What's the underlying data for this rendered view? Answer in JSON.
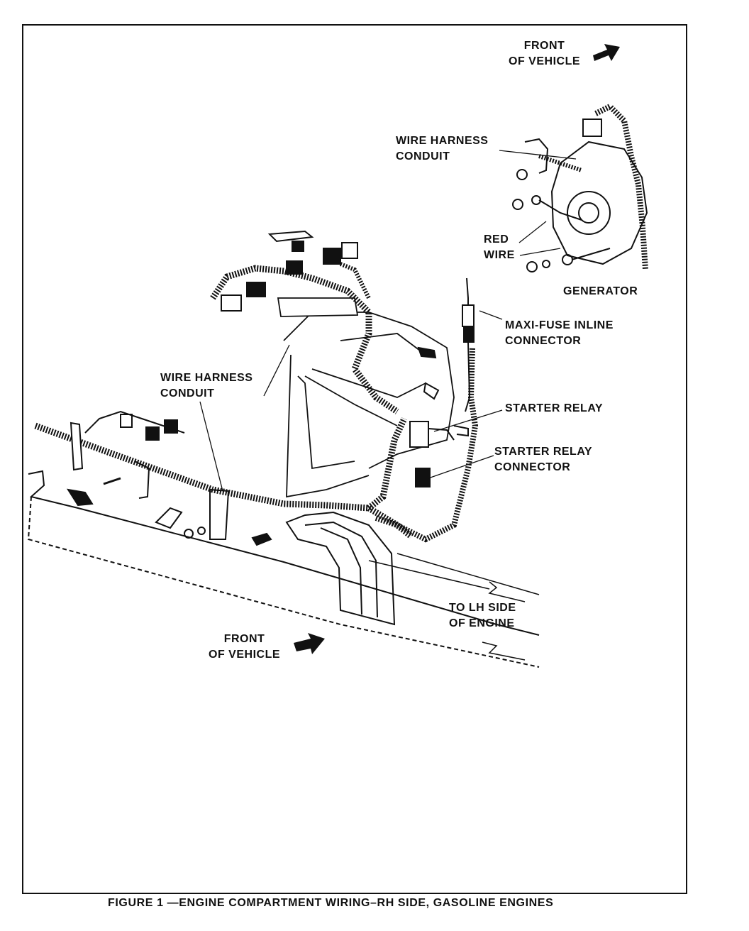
{
  "labels": {
    "front_top": [
      "FRONT",
      "OF VEHICLE"
    ],
    "harness_top": [
      "WIRE HARNESS",
      "CONDUIT"
    ],
    "red_wire": [
      "RED",
      "WIRE"
    ],
    "generator": "GENERATOR",
    "maxi_fuse": [
      "MAXI-FUSE INLINE",
      "CONNECTOR"
    ],
    "harness_left": [
      "WIRE HARNESS",
      "CONDUIT"
    ],
    "starter_relay": "STARTER RELAY",
    "starter_relay_connector": [
      "STARTER RELAY",
      "CONNECTOR"
    ],
    "to_lh": [
      "TO LH SIDE",
      "OF ENGINE"
    ],
    "front_bottom": [
      "FRONT",
      "OF VEHICLE"
    ]
  },
  "caption": "FIGURE 1 —ENGINE COMPARTMENT WIRING–RH SIDE, GASOLINE ENGINES"
}
